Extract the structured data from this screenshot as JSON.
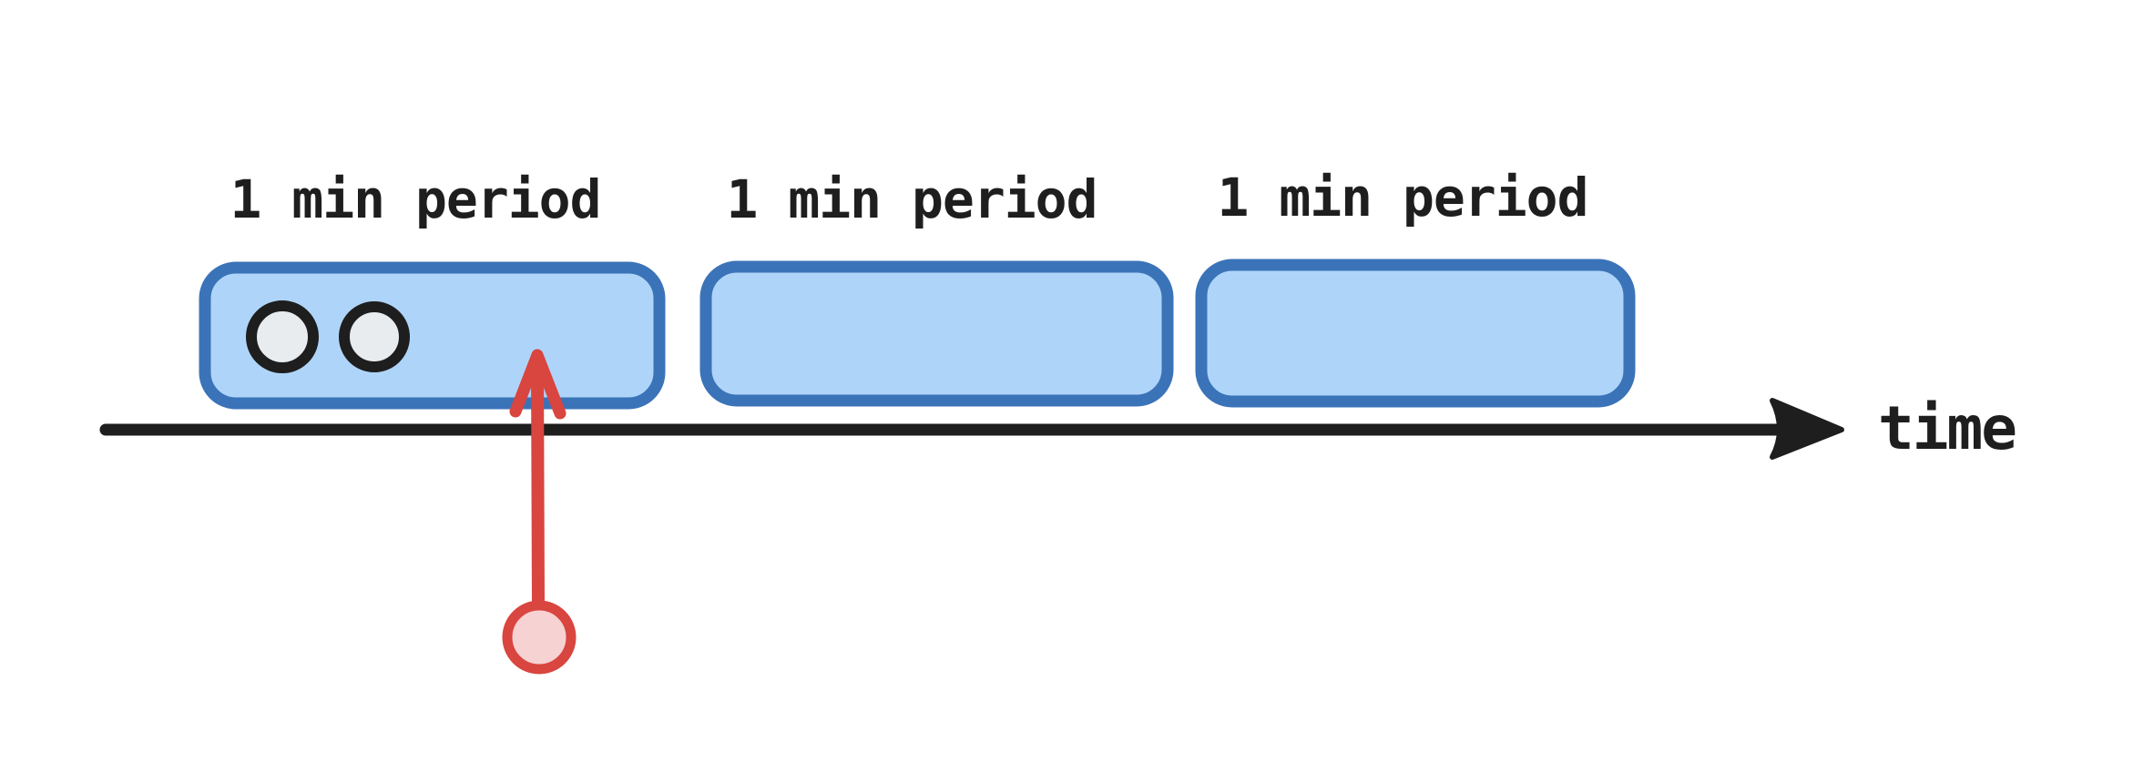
{
  "diagram": {
    "periods": [
      {
        "label": "1 min period"
      },
      {
        "label": "1 min period"
      },
      {
        "label": "1 min period"
      }
    ],
    "axis": {
      "label": "time"
    },
    "first_period_event_count": 2,
    "colors": {
      "background": "#ffffff",
      "box_fill": "#aed5f9",
      "box_stroke": "#3b73b8",
      "ink": "#1e1e1e",
      "event_dot_fill": "#e9ecef",
      "accent_red": "#d9453f",
      "accent_red_fill": "#f6d2d2"
    }
  }
}
